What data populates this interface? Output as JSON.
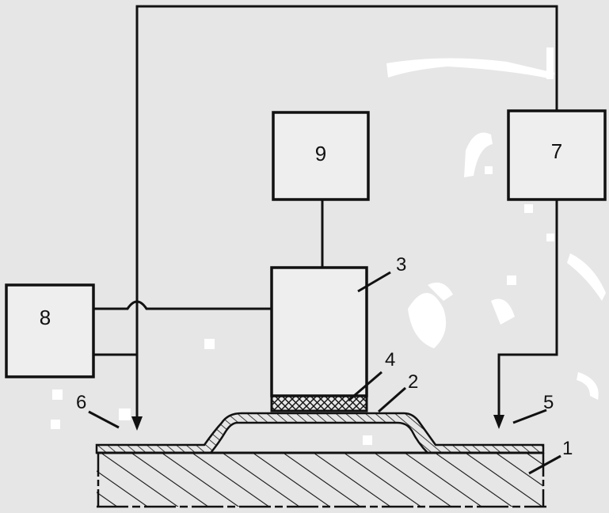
{
  "blocks": {
    "b7": "7",
    "b8": "8",
    "b9": "9"
  },
  "labels": {
    "l1": "1",
    "l2": "2",
    "l3": "3",
    "l4": "4",
    "l5": "5",
    "l6": "6"
  },
  "colors": {
    "ink": "#111111",
    "paper": "#e6e6e6"
  }
}
